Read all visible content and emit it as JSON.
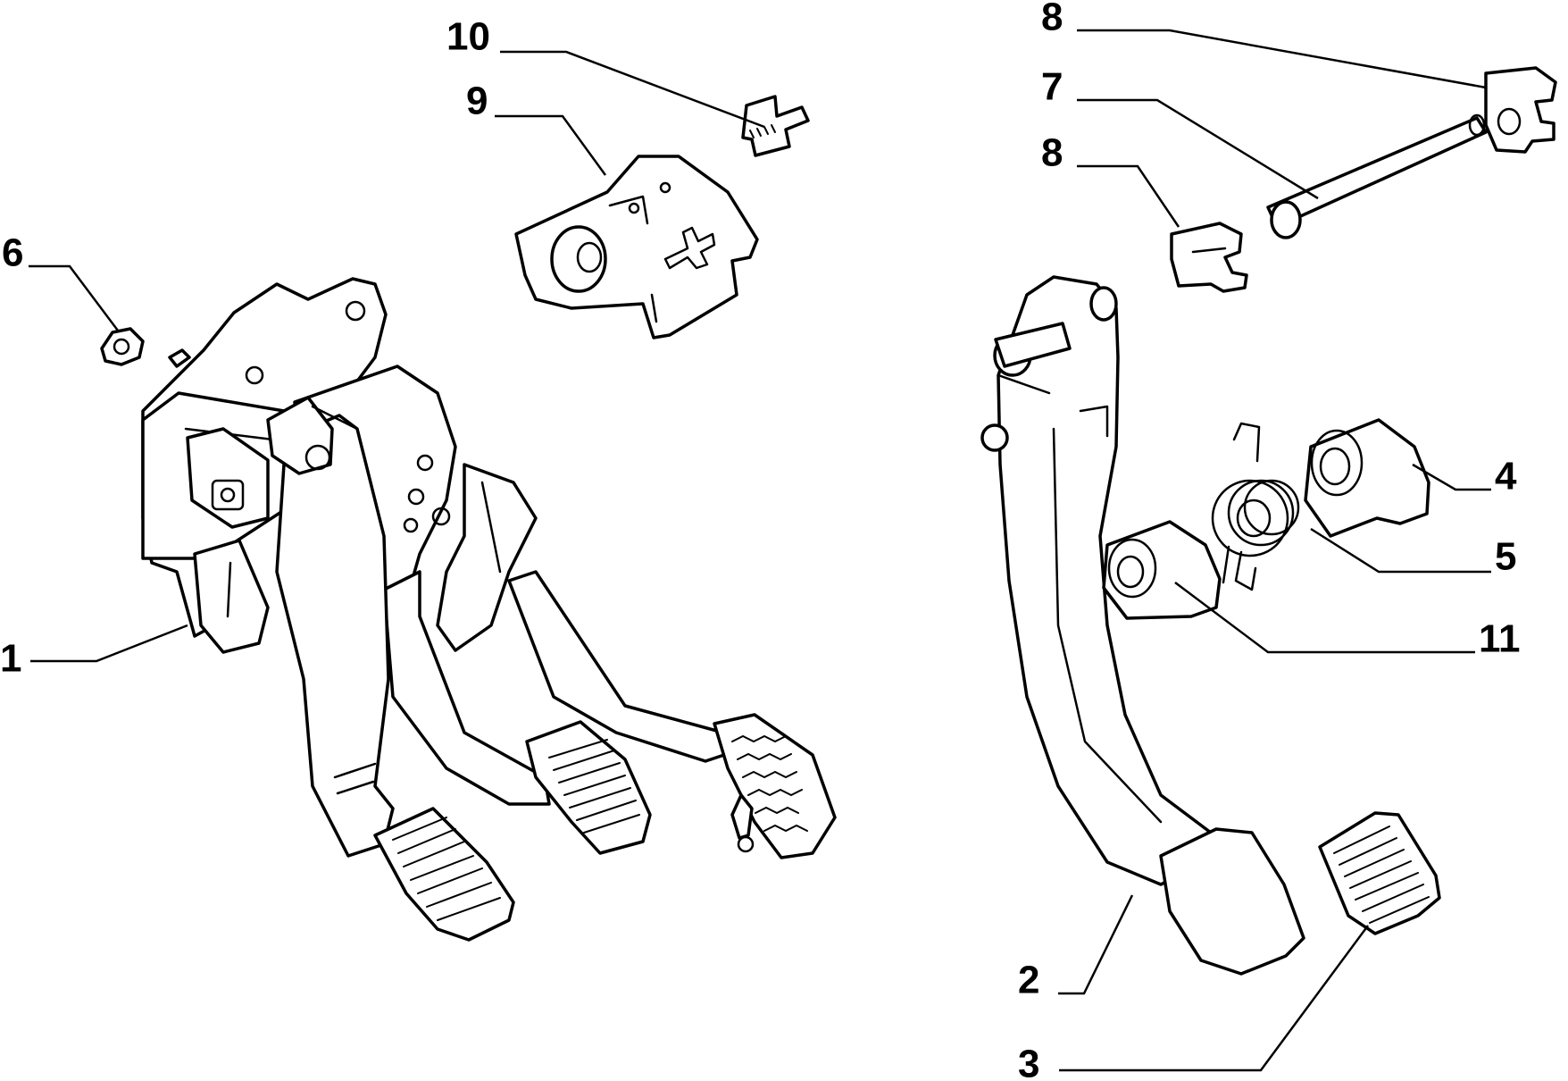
{
  "callouts": {
    "c1": "1",
    "c2": "2",
    "c3": "3",
    "c4": "4",
    "c5": "5",
    "c6": "6",
    "c7": "7",
    "c8a": "8",
    "c8b": "8",
    "c9": "9",
    "c10": "10",
    "c11": "11"
  }
}
